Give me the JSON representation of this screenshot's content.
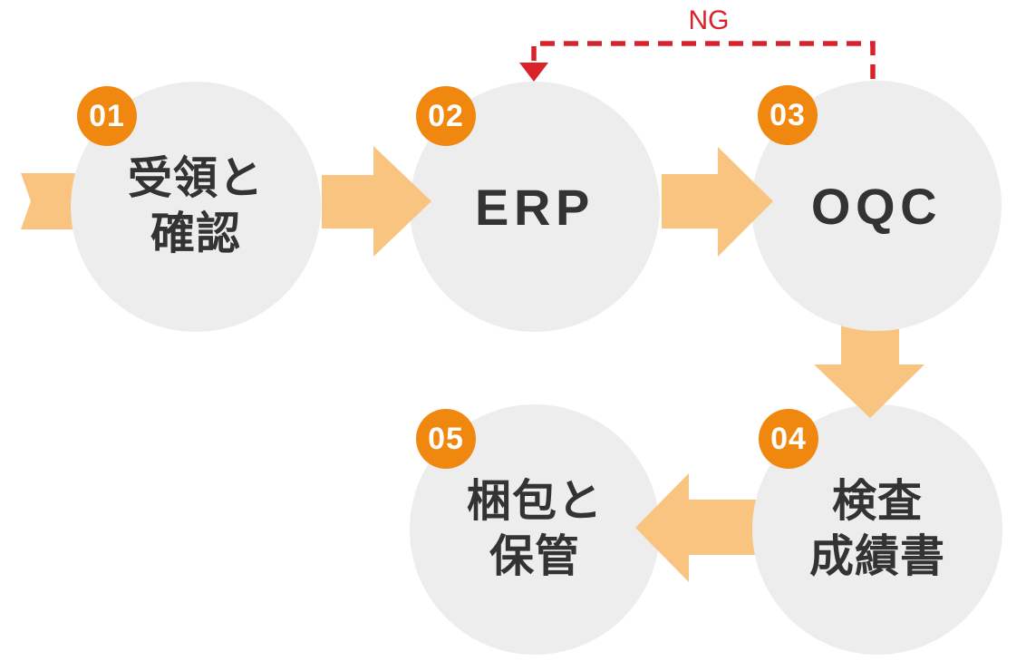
{
  "colors": {
    "badge_orange": "#F0870F",
    "arrow_orange": "#F9C480",
    "circle_gray": "#EDEDED",
    "text_dark": "#333333",
    "ng_red": "#D8232A",
    "badge_text": "#FFFFFF"
  },
  "steps": [
    {
      "number": "01",
      "line1": "受領と",
      "line2": "確認"
    },
    {
      "number": "02",
      "line1": "ERP"
    },
    {
      "number": "03",
      "line1": "OQC"
    },
    {
      "number": "04",
      "line1": "検査",
      "line2": "成績書"
    },
    {
      "number": "05",
      "line1": "梱包と",
      "line2": "保管"
    }
  ],
  "feedback": {
    "label": "NG"
  },
  "connections": [
    {
      "from": "01",
      "to": "02",
      "type": "forward"
    },
    {
      "from": "02",
      "to": "03",
      "type": "forward"
    },
    {
      "from": "03",
      "to": "04",
      "type": "forward"
    },
    {
      "from": "04",
      "to": "05",
      "type": "forward"
    },
    {
      "from": "03",
      "to": "02",
      "type": "ng-feedback",
      "label": "NG"
    }
  ]
}
